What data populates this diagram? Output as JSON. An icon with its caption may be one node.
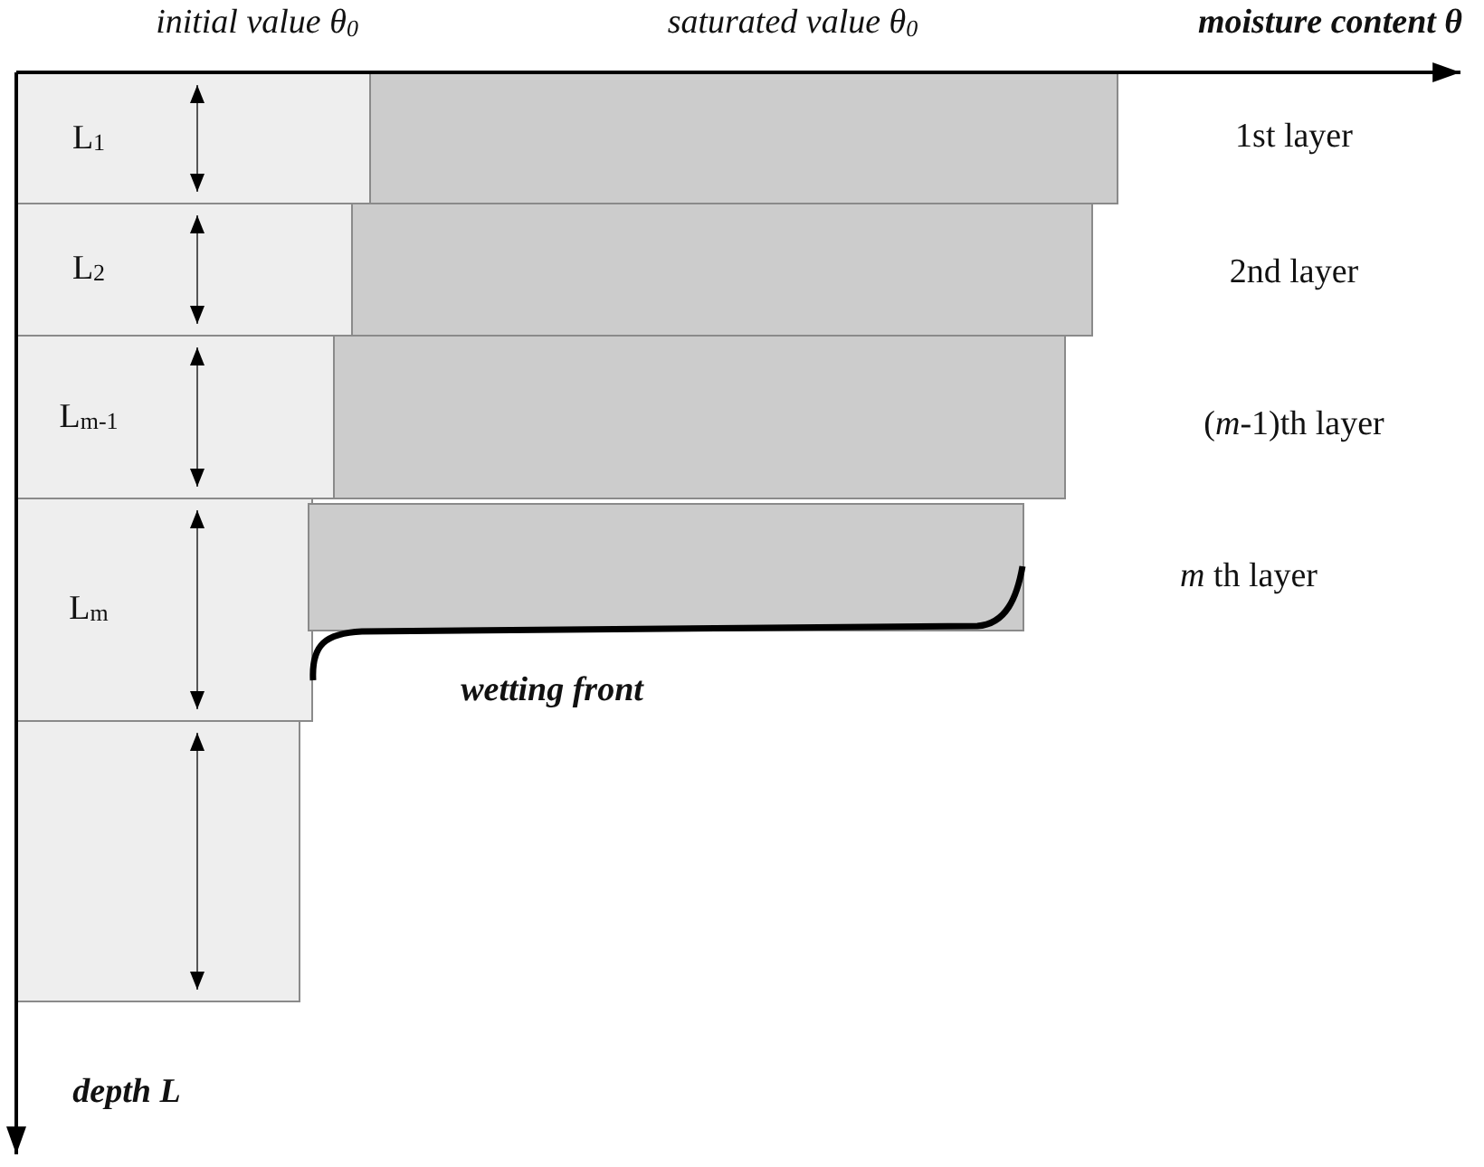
{
  "diagram": {
    "nodes": [
      {
        "text": [
          "L$_{1}$"
        ]
      },
      {
        "text": [
          "L$_{2}$"
        ]
      },
      {
        "text": [
          "L$_{m-1}$"
        ]
      },
      {
        "text": [
          "L$_{m}$"
        ]
      },
      {
        "text": [],
        "shape": "box"
      },
      {
        "text": [],
        "shape": "bar"
      },
      {
        "text": [],
        "shape": "bar"
      },
      {
        "text": [],
        "shape": "bar"
      },
      {
        "text": [],
        "shape": "bar"
      }
    ],
    "labels": [
      "initial value θ$_{0}$",
      "saturated value θ$_{0}$",
      "moisture content θ",
      "1st layer",
      "2nd layer",
      "(*m*-1)th layer",
      "*m* th layer",
      "wetting front",
      "depth L"
    ]
  }
}
